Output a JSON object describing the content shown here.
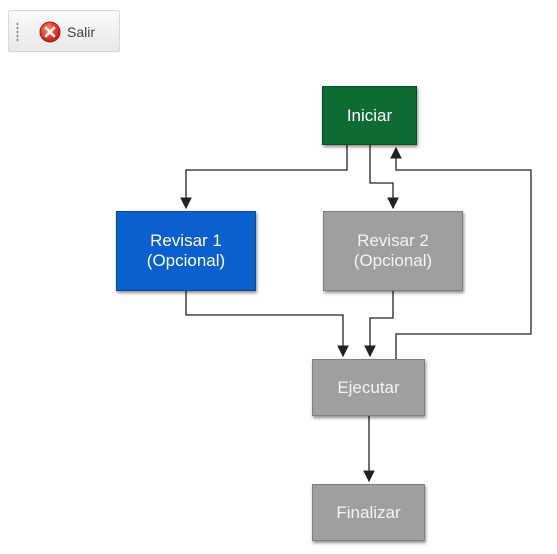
{
  "toolbar": {
    "exit_label": "Salir"
  },
  "workflow": {
    "start": "Iniciar",
    "review1": "Revisar 1\n(Opcional)",
    "review2": "Revisar 2\n(Opcional)",
    "execute": "Ejecutar",
    "finish": "Finalizar"
  },
  "colors": {
    "start_active": "#0f6b34",
    "review1_active": "#0a5fcf",
    "inactive": "#9f9f9f",
    "exit_icon": "#e0382b"
  }
}
